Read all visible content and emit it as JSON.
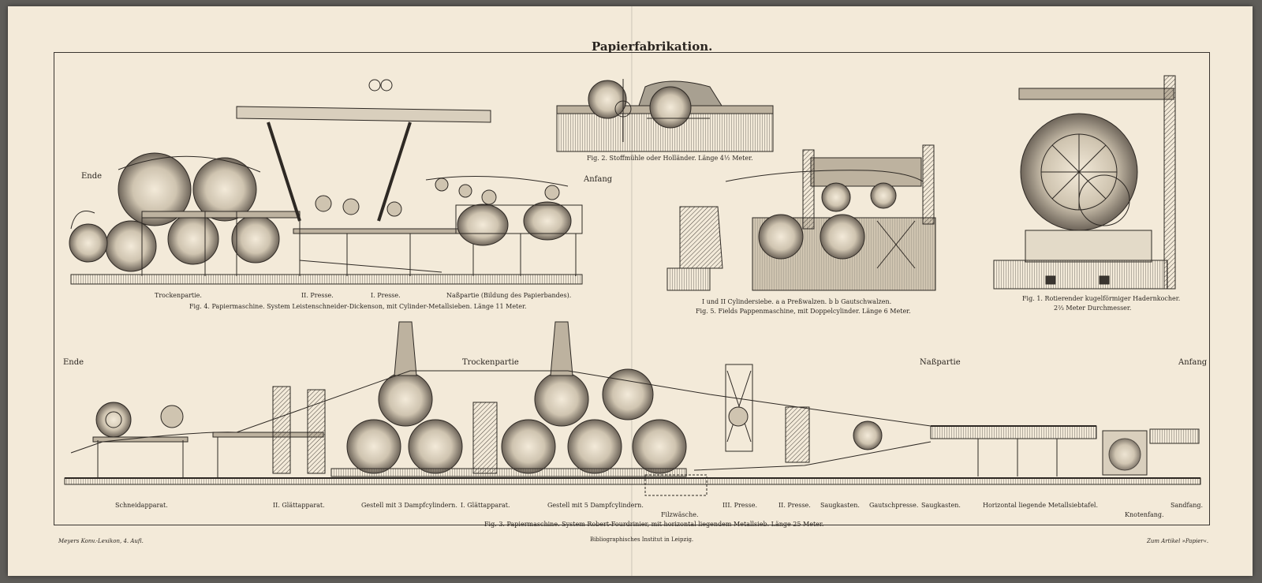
{
  "title": "Papierfabrikation.",
  "fig4": {
    "label_end": "Ende",
    "label_start": "Anfang",
    "section_dry": "Trockenpartie.",
    "section_press2": "II. Presse.",
    "section_press1": "I. Presse.",
    "section_wet": "Naßpartie (Bildung des Papierbandes).",
    "caption": "Fig. 4.  Papiermaschine.  System Leistenschneider-Dickenson, mit Cylinder-Metallsieben.  Länge 11 Meter."
  },
  "fig2": {
    "caption": "Fig. 2.  Stoffmühle oder Holländer.  Länge 4½ Meter."
  },
  "fig5": {
    "caption_line1": "I und II Cylindersiebe.  a a Preßwalzen.  b b Gautschwalzen.",
    "caption_line2": "Fig. 5.  Fields Pappenmaschine, mit Doppelcylinder.  Länge 6 Meter."
  },
  "fig1": {
    "caption_line1": "Fig. 1.  Rotierender kugelförmiger Hadernkocher.",
    "caption_line2": "2⅔ Meter Durchmesser."
  },
  "fig3": {
    "label_end": "Ende",
    "label_dry": "Trockenpartie",
    "label_wet": "Naßpartie",
    "label_start": "Anfang",
    "stations": [
      "Schneidapparat.",
      "II. Glättapparat.",
      "Gestell mit 3 Dampfcylindern.",
      "I. Glättapparat.",
      "Gestell mit 5 Dampfcylindern.",
      "III. Presse.",
      "II. Presse.",
      "Saugkasten.",
      "Gautschpresse.",
      "Saugkasten.",
      "Horizontal liegende Metallsiebtafel.",
      "Knotenfang.",
      "Sandfang."
    ],
    "sub_label": "Filzwäsche.",
    "caption": "Fig. 3.  Papiermaschine.  System Robert-Fourdrinier, mit horizontal liegendem Metallsieb.  Länge 25 Meter."
  },
  "footer": {
    "left": "Meyers Konv.-Lexikon, 4. Aufl.",
    "center": "Bibliographisches Institut in Leipzig.",
    "right": "Zum Artikel »Papier«."
  },
  "colors": {
    "paper": "#f3ead9",
    "ink": "#2a2520",
    "background": "#5f5d59"
  }
}
